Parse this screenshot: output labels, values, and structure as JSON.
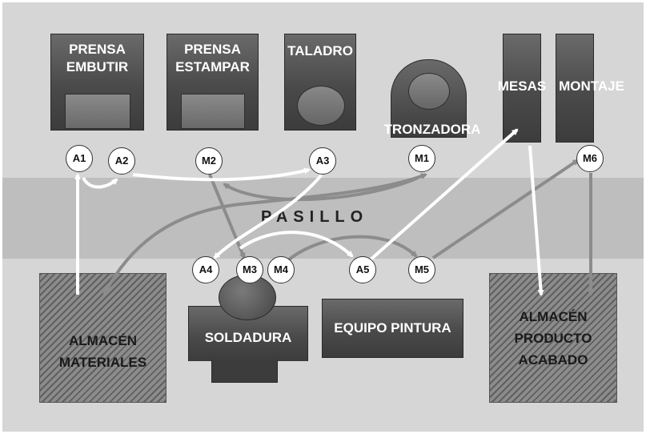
{
  "machines": {
    "prensa_embutir": "PRENSA\nEMBUTIR",
    "prensa_estampar": "PRENSA\nESTAMPAR",
    "taladro": "TALADRO",
    "tronzadora": "TRONZADORA",
    "mesas": "MESAS",
    "montaje": "MONTAJE",
    "soldadura": "SOLDADURA",
    "equipo_pintura": "EQUIPO PINTURA"
  },
  "stores": {
    "materiales": "ALMACÉN\nMATERIALES",
    "producto": "ALMACÉN\nPRODUCTO\nACABADO"
  },
  "aisle_label": "PASILLO",
  "nodes": [
    "A1",
    "A2",
    "M2",
    "A3",
    "M1",
    "M6",
    "A4",
    "M3",
    "M4",
    "A5",
    "M5"
  ],
  "flow_colors": {
    "white_route": "#ffffff",
    "gray_route": "#8c8c8c"
  }
}
